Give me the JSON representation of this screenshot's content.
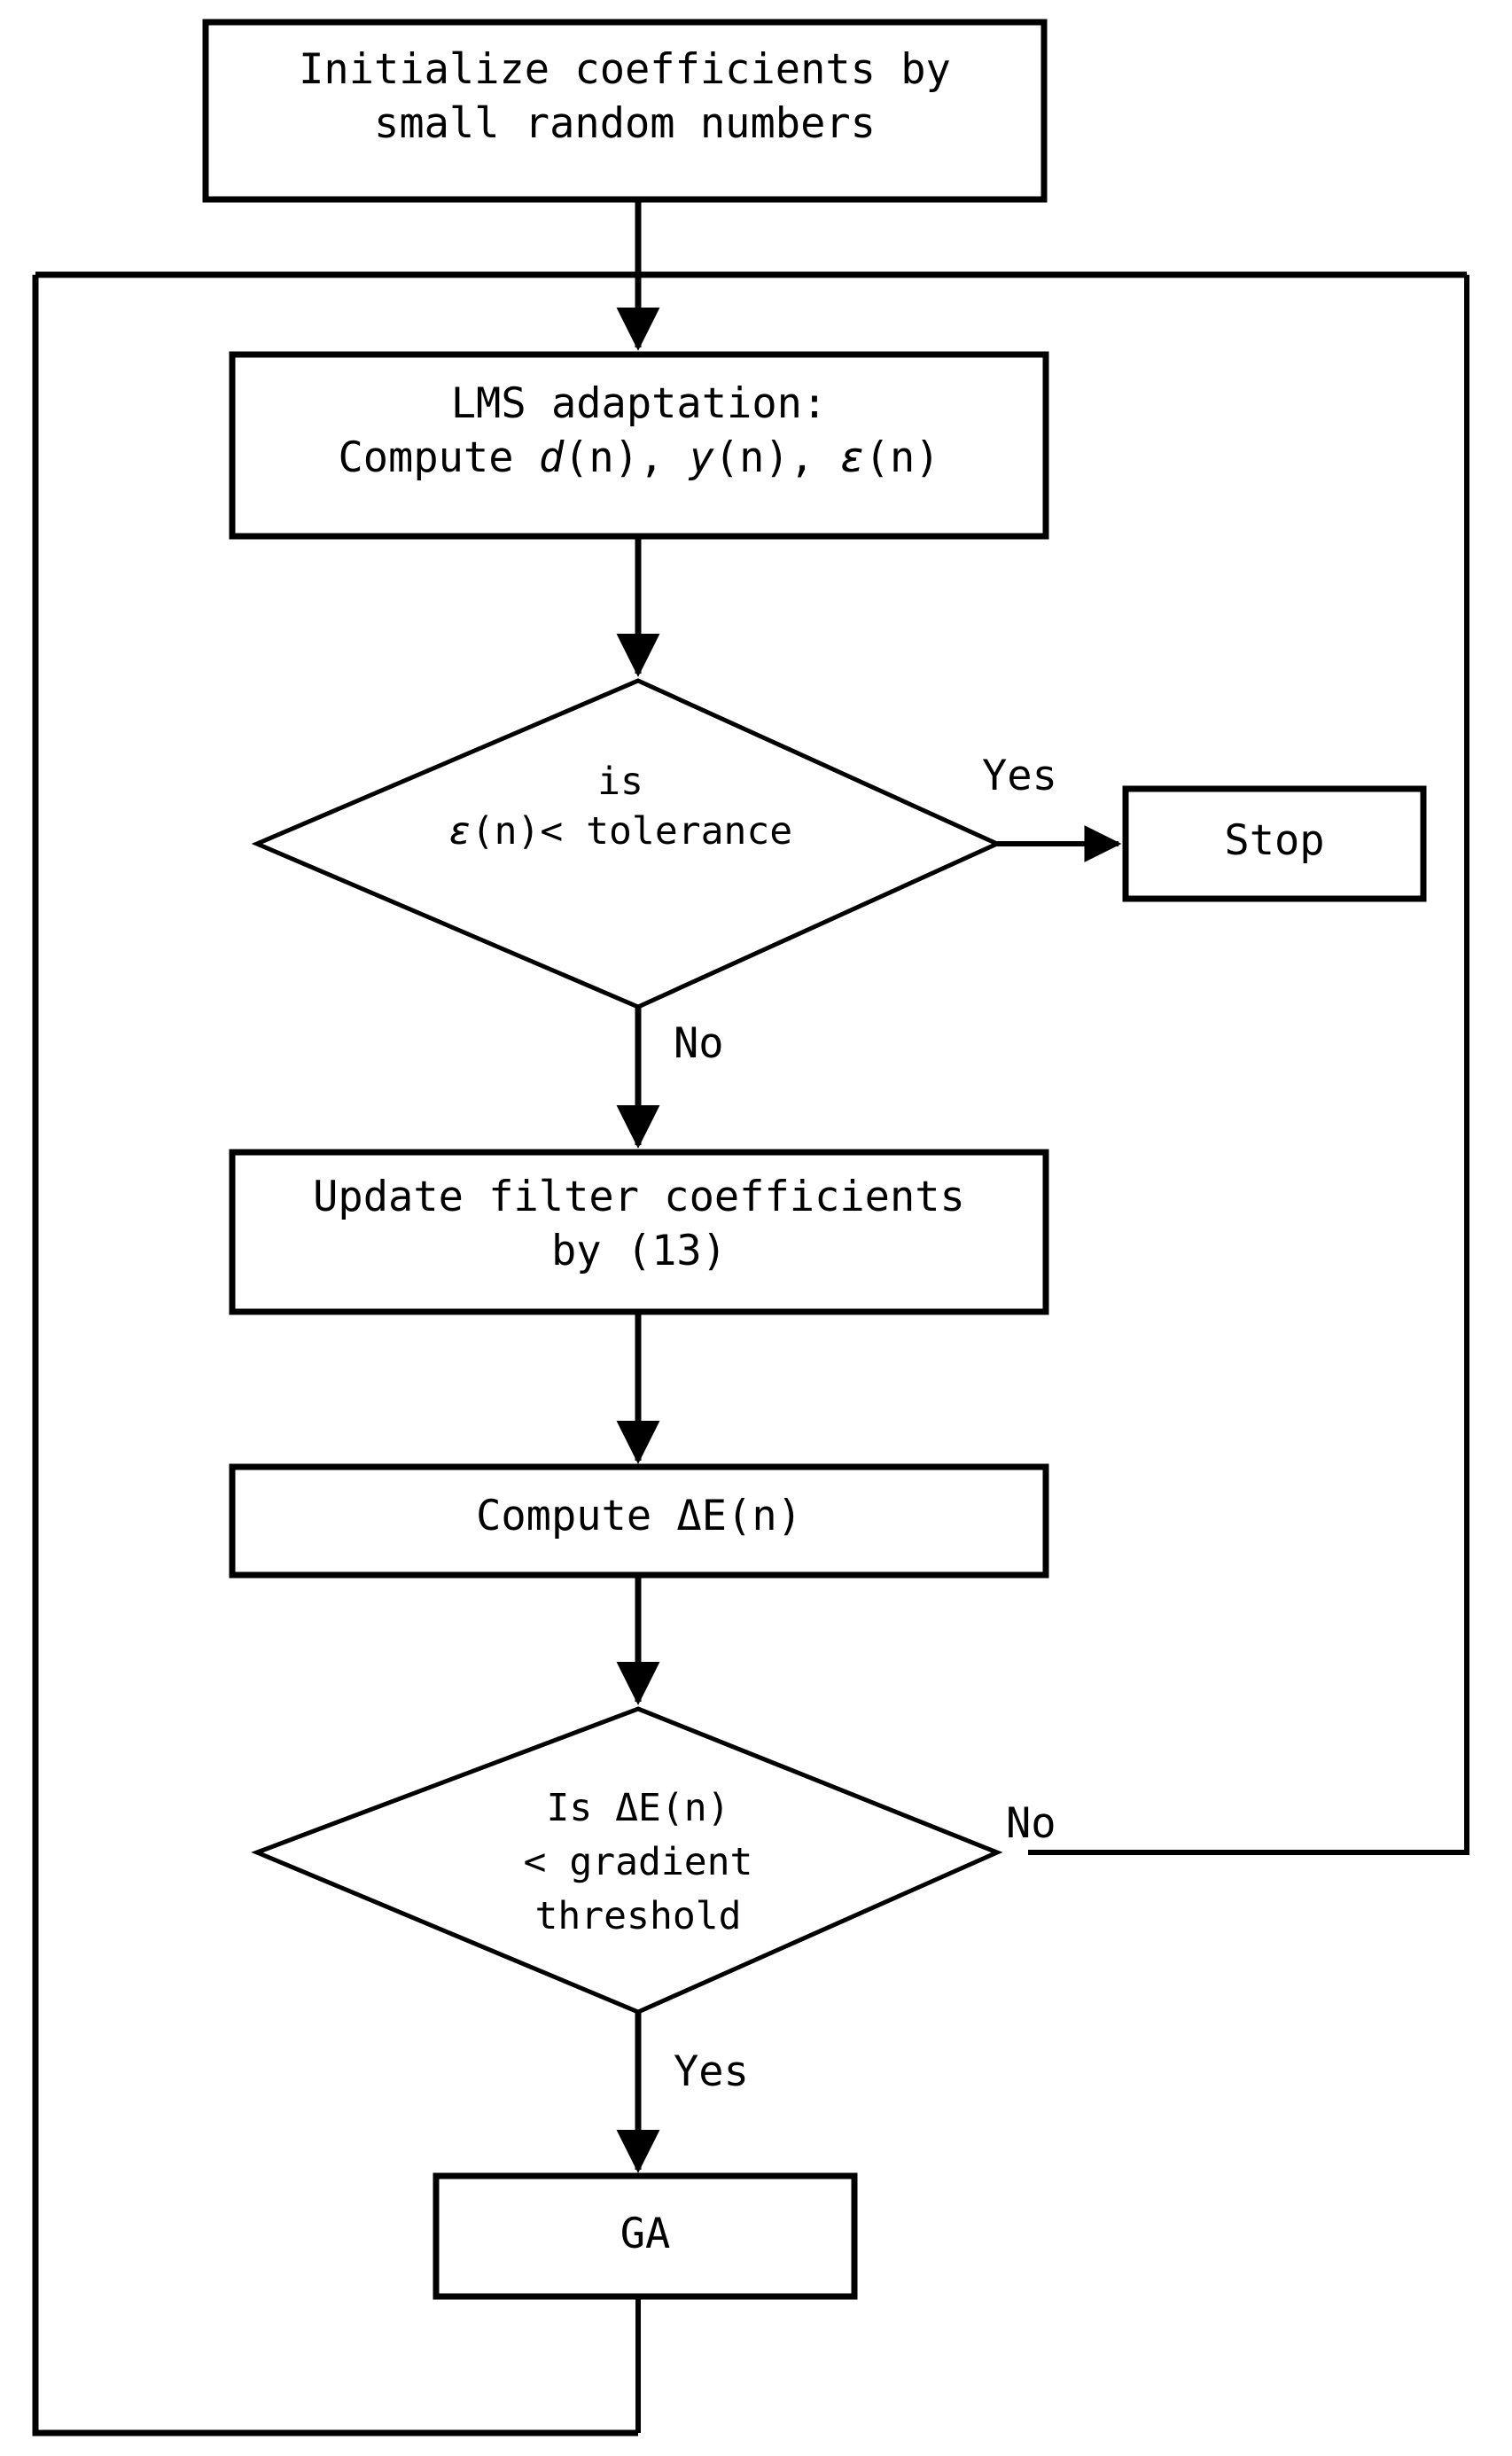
{
  "diagram": {
    "title": "LMS-GA adaptive filter flowchart",
    "background": "#ffffff",
    "line_color": "#000000",
    "nodes": {
      "initialize": {
        "shape": "process",
        "line1": "Initialize coefficients by",
        "line2": "small random numbers"
      },
      "lms": {
        "shape": "process",
        "line1": "LMS adaptation:",
        "line2_prefix": "Compute ",
        "line2_d": "d",
        "line2_dn": "(n)",
        "line2_comma1": ", ",
        "line2_y": "y",
        "line2_yn": "(n)",
        "line2_comma2": ", ",
        "line2_e": "ε",
        "line2_en": "(n)",
        "line2_full": "Compute d(n), y(n), ε(n)"
      },
      "decision_tolerance": {
        "shape": "decision",
        "line1": "is",
        "line2_e": "ε",
        "line2_rest": "(n)< tolerance",
        "line2_full": "ε(n)< tolerance"
      },
      "stop": {
        "shape": "process",
        "label": "Stop"
      },
      "update": {
        "shape": "process",
        "line1": "Update filter coefficients",
        "line2": "by (13)"
      },
      "compute_delta_e": {
        "shape": "process",
        "label": "Compute ΔE(n)"
      },
      "decision_gradient": {
        "shape": "decision",
        "line1": "Is ΔE(n)",
        "line2": "< gradient",
        "line3": "threshold"
      },
      "ga": {
        "shape": "process",
        "label": "GA"
      }
    },
    "edge_labels": {
      "tolerance_yes": "Yes",
      "tolerance_no": "No",
      "gradient_no": "No",
      "gradient_yes": "Yes"
    }
  }
}
